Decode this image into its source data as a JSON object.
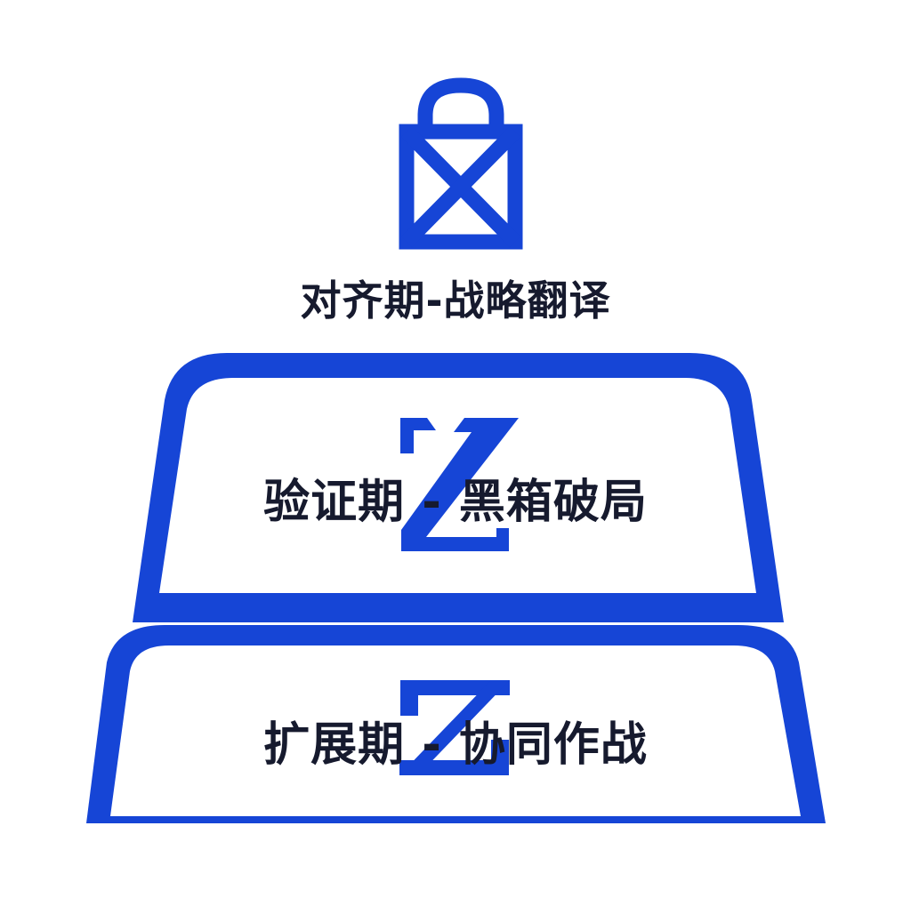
{
  "colors": {
    "accent": "#1645d6",
    "text": "#161a2e",
    "background": "#ffffff"
  },
  "stages": [
    {
      "id": "align",
      "label": "对齐期-战略翻译",
      "icon": "lock-icon"
    },
    {
      "id": "verify",
      "label": "验证期 - 黑箱破局",
      "icon": "z-letter-icon"
    },
    {
      "id": "expand",
      "label": "扩展期 - 协同作战",
      "icon": "z-letter-icon"
    }
  ]
}
